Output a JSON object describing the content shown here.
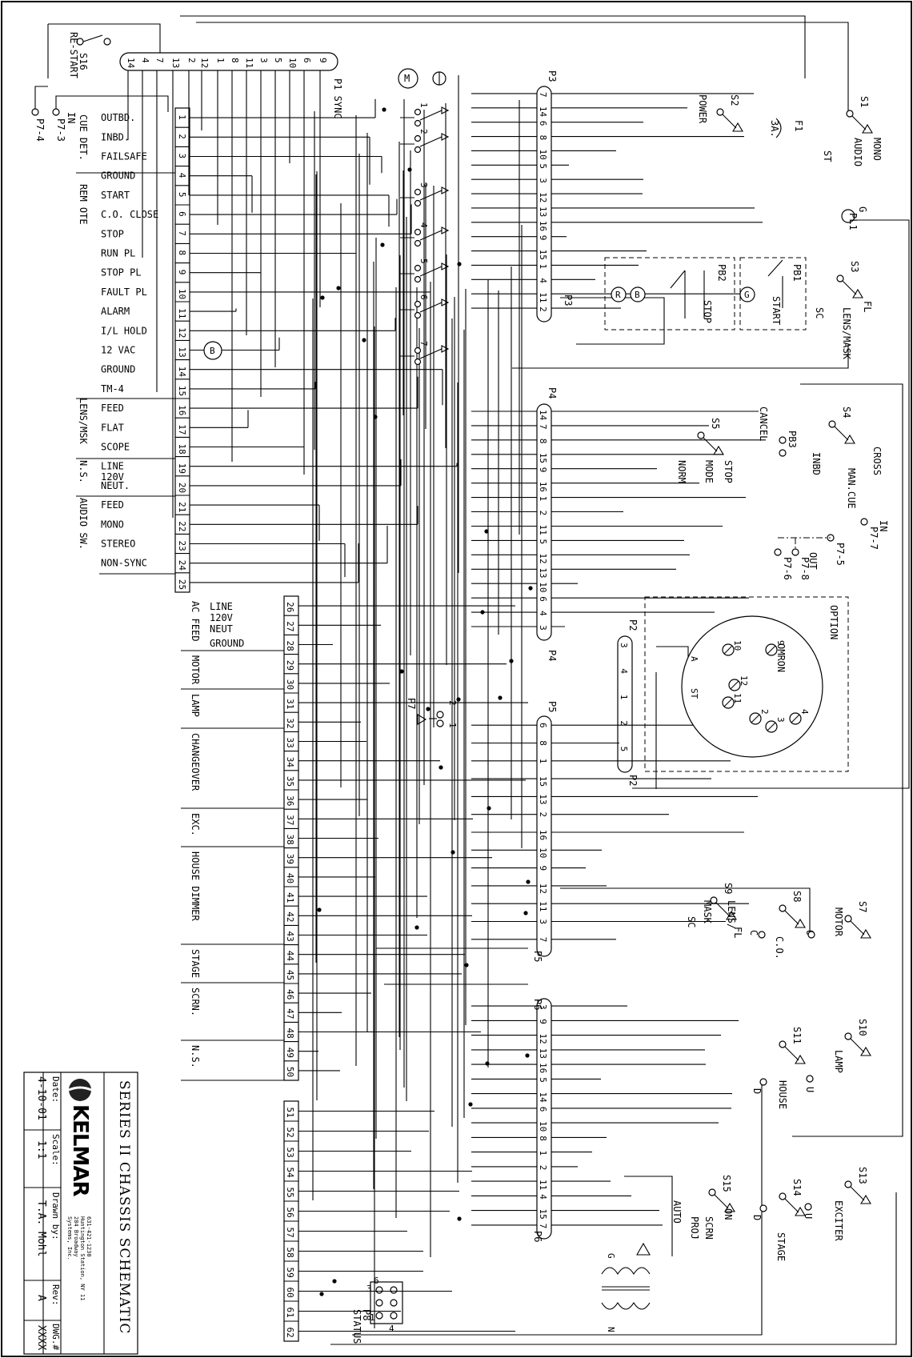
{
  "title_block": {
    "title": "SERIES II CHASSIS SCHEMATIC",
    "company_logo": "KELMAR",
    "company_lines": [
      "Systems, Inc.",
      "284 Broadway",
      "Huntington Station, NY 11",
      "631-421-1230"
    ],
    "date_label": "Date:",
    "date": "4-10-01",
    "scale_label": "Scale:",
    "scale": "1:1",
    "drawn_label": "Drawn by:",
    "drawn": "T.A. Mohl",
    "rev_label": "Rev:",
    "rev": "A",
    "dwg_label": "DWG.#",
    "dwg": "XXXX"
  },
  "main_terminals": {
    "rows": [
      {
        "n": "1",
        "label": "OUTBD."
      },
      {
        "n": "2",
        "label": "INBD."
      },
      {
        "n": "3",
        "label": "FAILSAFE"
      },
      {
        "n": "4",
        "label": "GROUND"
      },
      {
        "n": "5",
        "label": "START"
      },
      {
        "n": "6",
        "label": "C.O. CLOSE"
      },
      {
        "n": "7",
        "label": "STOP"
      },
      {
        "n": "8",
        "label": "RUN PL"
      },
      {
        "n": "9",
        "label": "STOP PL"
      },
      {
        "n": "10",
        "label": "FAULT PL"
      },
      {
        "n": "11",
        "label": "ALARM"
      },
      {
        "n": "12",
        "label": "I/L HOLD"
      },
      {
        "n": "13",
        "label": "12 VAC"
      },
      {
        "n": "14",
        "label": "GROUND"
      },
      {
        "n": "15",
        "label": "TM-4"
      },
      {
        "n": "16",
        "label": "FEED"
      },
      {
        "n": "17",
        "label": "FLAT"
      },
      {
        "n": "18",
        "label": "SCOPE"
      },
      {
        "n": "19",
        "label": "LINE"
      },
      {
        "n": "20",
        "label": "NEUT."
      },
      {
        "n": "21",
        "label": "FEED"
      },
      {
        "n": "22",
        "label": "MONO"
      },
      {
        "n": "23",
        "label": "STEREO"
      },
      {
        "n": "24",
        "label": "NON-SYNC"
      },
      {
        "n": "25",
        "label": ""
      }
    ],
    "extra_label": "120V",
    "groups": [
      "CUE DET.",
      "REM OTE",
      "LENS/MSK",
      "N.S.",
      "AUDIO SW."
    ]
  },
  "lower_terminals": {
    "rows": [
      "26",
      "27",
      "28",
      "29",
      "30",
      "31",
      "32",
      "33",
      "34",
      "35",
      "36",
      "37",
      "38",
      "39",
      "40",
      "41",
      "42",
      "43",
      "44",
      "45",
      "46",
      "47",
      "48",
      "49",
      "50"
    ],
    "ac_labels": [
      "LINE",
      "120V",
      "NEUT",
      "GROUND"
    ],
    "groups": [
      "AC FEED",
      "MOTOR",
      "LAMP",
      "CHANGEOVER",
      "EXC.",
      "HOUSE DIMMER",
      "STAGE",
      "SCRN.",
      "N.S."
    ]
  },
  "bottom_terminals": [
    "51",
    "52",
    "53",
    "54",
    "55",
    "56",
    "57",
    "58",
    "59",
    "60",
    "61",
    "62"
  ],
  "p1": {
    "label": "P1 SYNC",
    "pins": [
      "14",
      "4",
      "7",
      "13",
      "2",
      "12",
      "1",
      "8",
      "11",
      "3",
      "5",
      "10",
      "6",
      "9"
    ]
  },
  "p3": {
    "label": "P3",
    "label2": "P3",
    "pins": [
      "7",
      "14",
      "6",
      "8",
      "10",
      "5",
      "3",
      "12",
      "13",
      "16",
      "9",
      "15",
      "1",
      "4",
      "11",
      "2"
    ]
  },
  "p4": {
    "label": "P4",
    "label2": "P4",
    "pins": [
      "14",
      "7",
      "8",
      "15",
      "9",
      "16",
      "1",
      "2",
      "11",
      "5",
      "12",
      "13",
      "10",
      "6",
      "4",
      "3"
    ]
  },
  "p5": {
    "label": "P5",
    "label2": "P5",
    "pins": [
      "6",
      "8",
      "1",
      "15",
      "13",
      "2",
      "16",
      "10",
      "9",
      "12",
      "11",
      "3",
      "7"
    ]
  },
  "p6": {
    "label": "P6",
    "label2": "P6",
    "pins": [
      "3",
      "9",
      "12",
      "13",
      "16",
      "5",
      "14",
      "6",
      "10",
      "8",
      "1",
      "2",
      "11",
      "4",
      "15",
      "7"
    ]
  },
  "p2": {
    "label": "P2",
    "label2": "P2",
    "pins": [
      "3",
      "4",
      "1",
      "2",
      "5"
    ]
  },
  "p7": {
    "label": "P7",
    "pins": [
      "2",
      "1"
    ]
  },
  "p8": {
    "label": "P8",
    "label2": "STATUS",
    "pins": [
      "6",
      "3",
      "1",
      "4"
    ]
  },
  "p7_terms": [
    "P7-4",
    "P7-3",
    "IN",
    "P7-5",
    "P7-7",
    "P7-6",
    "P7-8",
    "OUT",
    "IN"
  ],
  "switches": {
    "s16": "S16",
    "s16b": "RE-START",
    "s1": "S1",
    "s1_audio": "AUDIO",
    "s1_mono": "MONO",
    "s1_st": "ST",
    "s2": "S2",
    "s2_power": "POWER",
    "f1": "F1",
    "f1_rating": "3A.",
    "pl1": "PL1",
    "pl1_g": "G",
    "s3": "S3",
    "s3_fl": "FL",
    "s3_lens": "LENS/MASK",
    "s3_sc": "SC",
    "pb1": "PB1",
    "pb1_start": "START",
    "pb2": "PB2",
    "pb2_stop": "STOP",
    "pb3": "PB3",
    "pb3_cancel": "CANCEL",
    "s4": "S4",
    "s4_cross": "CROSS",
    "s4_man": "MAN.CUE",
    "s4_inbd": "INBD",
    "s5": "S5",
    "s5_mode": "MODE",
    "s5_norm": "NORM",
    "s5_stop": "STOP",
    "s7": "S7",
    "s7_motor": "MOTOR",
    "s8": "S8",
    "s8_co": "C.O.",
    "s8_o": "O",
    "s8_c": "C",
    "s9": "S9",
    "s9_lens": "LENS/",
    "s9_mask": "MASK",
    "s9_fl": "FL",
    "s9_sc": "SC",
    "s10": "S10",
    "s10_lamp": "LAMP",
    "s11": "S11",
    "s11_house": "HOUSE",
    "s11_d": "D",
    "s11_u": "U",
    "s13": "S13",
    "s13_exc": "EXCITER",
    "s14": "S14",
    "s14_stage": "STAGE",
    "s14_d": "D",
    "s14_u": "U",
    "s15": "S15",
    "s15_scrn": "SCRN",
    "s15_proj": "PROJ",
    "s15_auto": "AUTO",
    "s15_on": "ON"
  },
  "option": {
    "label": "OPTION",
    "relay": "OMRON",
    "pins": [
      "9",
      "10",
      "12",
      "11",
      "2",
      "3",
      "4"
    ],
    "a": "A",
    "st": "ST"
  },
  "relays": [
    "1",
    "2",
    "3",
    "4",
    "5",
    "6",
    "7"
  ],
  "misc": {
    "motor": "M",
    "lamp_b": "B",
    "lamp_r": "R",
    "lamp_g": "G",
    "xfmr_g": "G",
    "xfmr_n": "N"
  }
}
